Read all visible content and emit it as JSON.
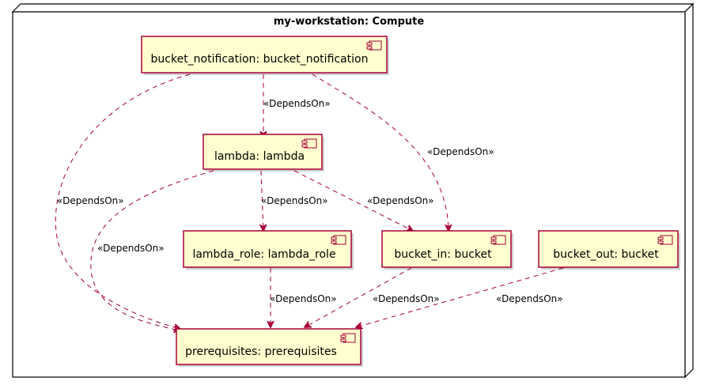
{
  "node": {
    "title": "my-workstation: Compute"
  },
  "components": [
    {
      "id": "bucket_notification",
      "label": "bucket_notification: bucket_notification"
    },
    {
      "id": "lambda",
      "label": "lambda: lambda"
    },
    {
      "id": "lambda_role",
      "label": "lambda_role: lambda_role"
    },
    {
      "id": "bucket_in",
      "label": "bucket_in: bucket"
    },
    {
      "id": "bucket_out",
      "label": "bucket_out: bucket"
    },
    {
      "id": "prerequisites",
      "label": "prerequisites: prerequisites"
    }
  ],
  "edges": [
    {
      "from": "bucket_notification",
      "to": "lambda",
      "label": "«DependsOn»"
    },
    {
      "from": "bucket_notification",
      "to": "bucket_in",
      "label": "«DependsOn»"
    },
    {
      "from": "bucket_notification",
      "to": "prerequisites",
      "label": "«DependsOn»"
    },
    {
      "from": "lambda",
      "to": "lambda_role",
      "label": "«DependsOn»"
    },
    {
      "from": "lambda",
      "to": "bucket_in",
      "label": "«DependsOn»"
    },
    {
      "from": "lambda",
      "to": "prerequisites",
      "label": "«DependsOn»"
    },
    {
      "from": "lambda_role",
      "to": "prerequisites",
      "label": "«DependsOn»"
    },
    {
      "from": "bucket_in",
      "to": "prerequisites",
      "label": "«DependsOn»"
    },
    {
      "from": "bucket_out",
      "to": "prerequisites",
      "label": "«DependsOn»"
    }
  ],
  "colors": {
    "component_fill": "#FEFECE",
    "border": "#A80036",
    "node_border": "#000000"
  },
  "icons": [
    "component-icon"
  ]
}
